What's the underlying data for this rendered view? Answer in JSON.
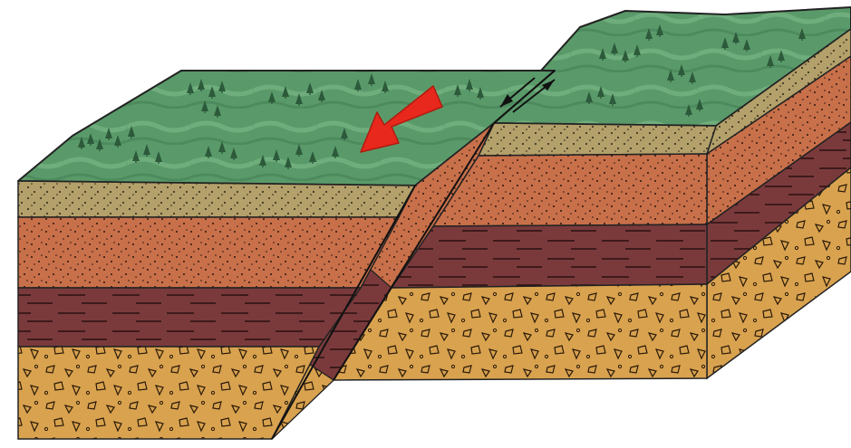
{
  "diagram": {
    "kind": "block-diagram",
    "subject": "fault block",
    "labels": [],
    "layers": [
      {
        "name": "grass-surface",
        "pattern": "trees",
        "color": "#5a9a6a"
      },
      {
        "name": "sandstone-layer",
        "pattern": "fine-dots",
        "color": "#b3a06a"
      },
      {
        "name": "red-sandstone-layer",
        "pattern": "dots",
        "color": "#c8704a"
      },
      {
        "name": "shale-layer",
        "pattern": "dashes",
        "color": "#7a3a3c"
      },
      {
        "name": "conglomerate-layer",
        "pattern": "clasts",
        "color": "#d9a24f"
      }
    ],
    "markers": [
      {
        "name": "motion-arrow",
        "color": "#e8281c",
        "icon": "arrow-left-down-icon"
      },
      {
        "name": "fault-slip-arrows",
        "color": "#111111",
        "icon": "double-half-arrow-icon"
      }
    ]
  }
}
